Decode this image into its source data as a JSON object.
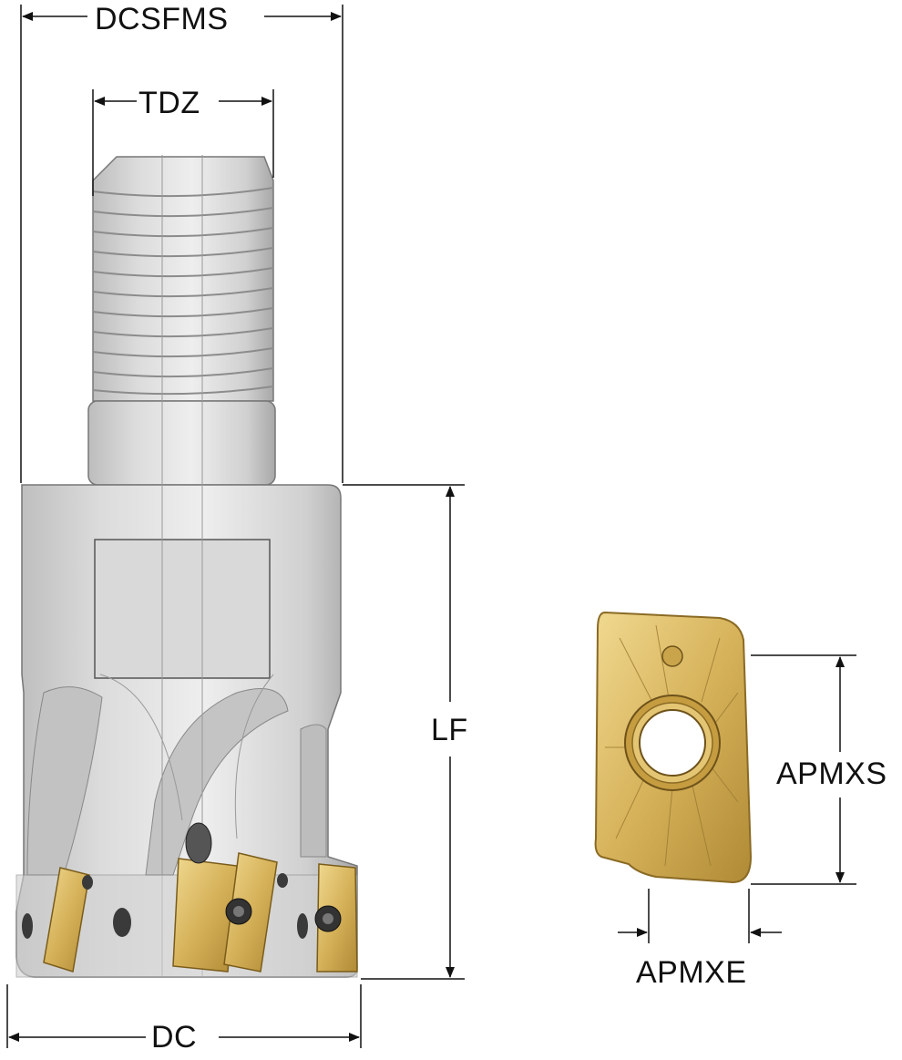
{
  "labels": {
    "dcsfms": "DCSFMS",
    "tdz": "TDZ",
    "lf": "LF",
    "dc": "DC",
    "apmxs": "APMXS",
    "apmxe": "APMXE"
  },
  "colors": {
    "steel_light": "#e6e6e6",
    "steel_mid": "#c9c9c9",
    "steel_dark": "#9a9a9a",
    "insert_gold": "#d8b45a",
    "insert_gold_dark": "#a98330",
    "line": "#111111"
  }
}
